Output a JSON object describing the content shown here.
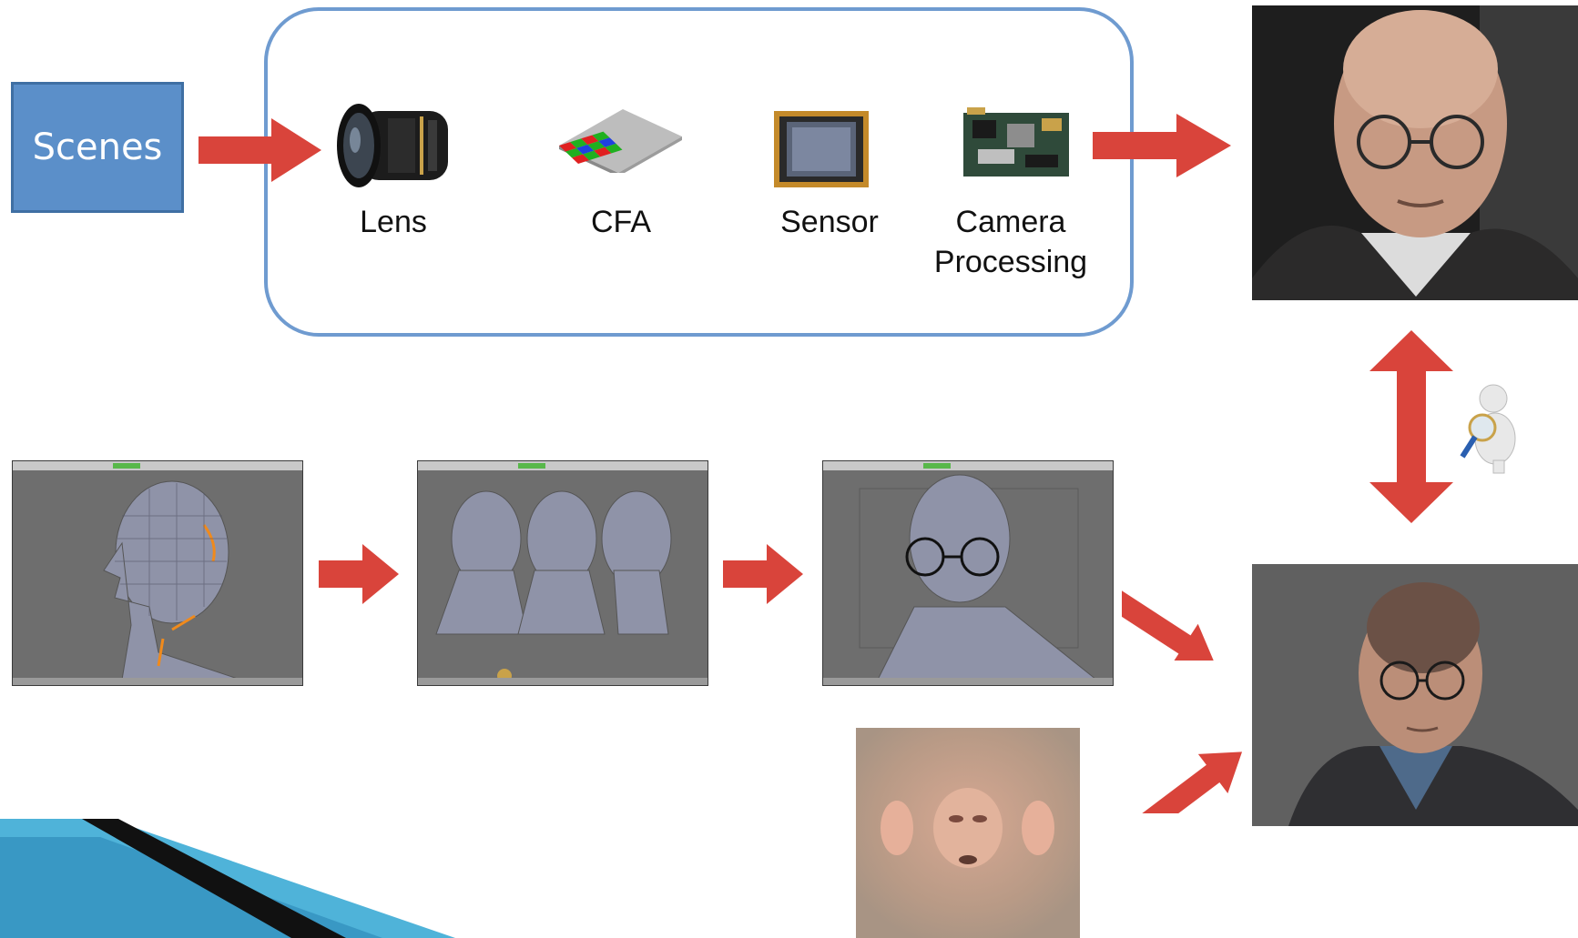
{
  "scenes_label": "Scenes",
  "pipeline": {
    "lens": "Lens",
    "cfa": "CFA",
    "sensor": "Sensor",
    "camera_processing_line1": "Camera",
    "camera_processing_line2": "Processing"
  },
  "colors": {
    "arrow": "#d9443b",
    "scenes_fill": "#5b8fc9",
    "pipeline_border": "#6f9bd0"
  }
}
